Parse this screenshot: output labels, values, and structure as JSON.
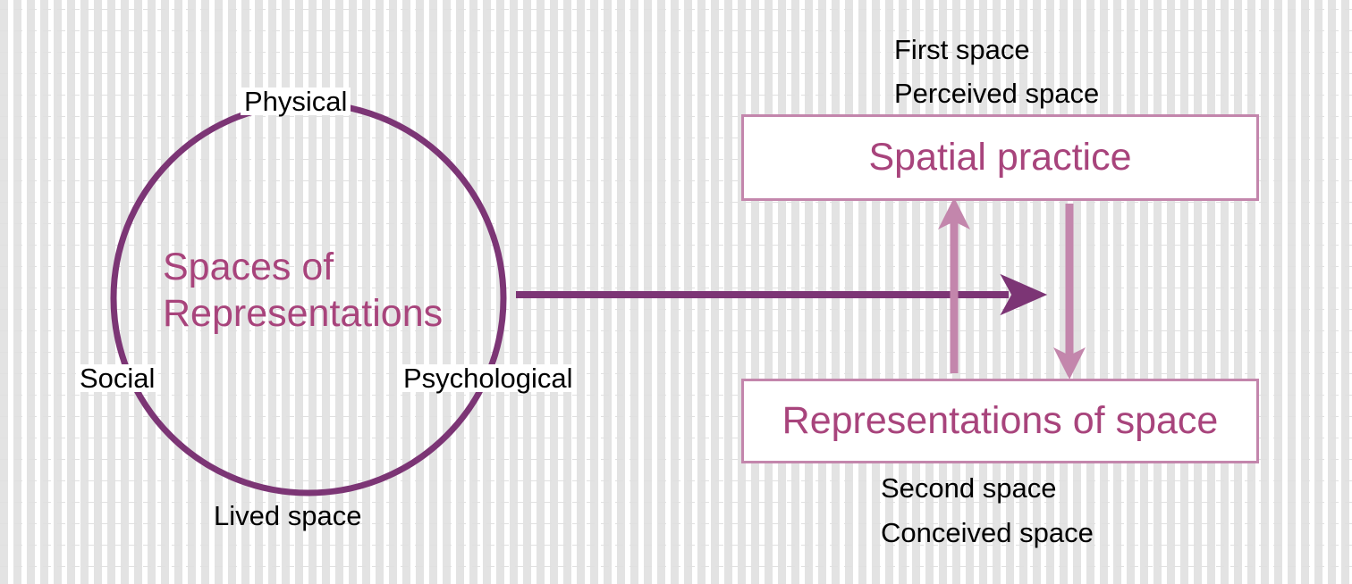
{
  "diagram": {
    "title": "Lefebvre spatial triad diagram",
    "colors": {
      "dark_purple": "#7c3575",
      "magenta_text": "#a8447c",
      "light_mauve": "#c386ac",
      "black_text": "#000000",
      "background": "#ffffff",
      "rule_line": "#e0e0e0"
    },
    "circle": {
      "center_label_line1": "Spaces of",
      "center_label_line2": "Representations",
      "top_label": "Physical",
      "left_label": "Social",
      "right_label": "Psychological",
      "bottom_label": "Lived space"
    },
    "boxes": [
      {
        "name": "spatial-practice",
        "text": "Spatial practice",
        "caption_above_line1": "First space",
        "caption_above_line2": "Perceived space"
      },
      {
        "name": "representations-of-space",
        "text": "Representations of space",
        "caption_below_line1": "Second space",
        "caption_below_line2": "Conceived space"
      }
    ],
    "arrows": [
      {
        "name": "circle-to-boxes-arrow",
        "direction": "right",
        "color": "#7c3575"
      },
      {
        "name": "representations-to-practice-arrow",
        "direction": "up",
        "color": "#c386ac"
      },
      {
        "name": "practice-to-representations-arrow",
        "direction": "down",
        "color": "#c386ac"
      }
    ]
  }
}
